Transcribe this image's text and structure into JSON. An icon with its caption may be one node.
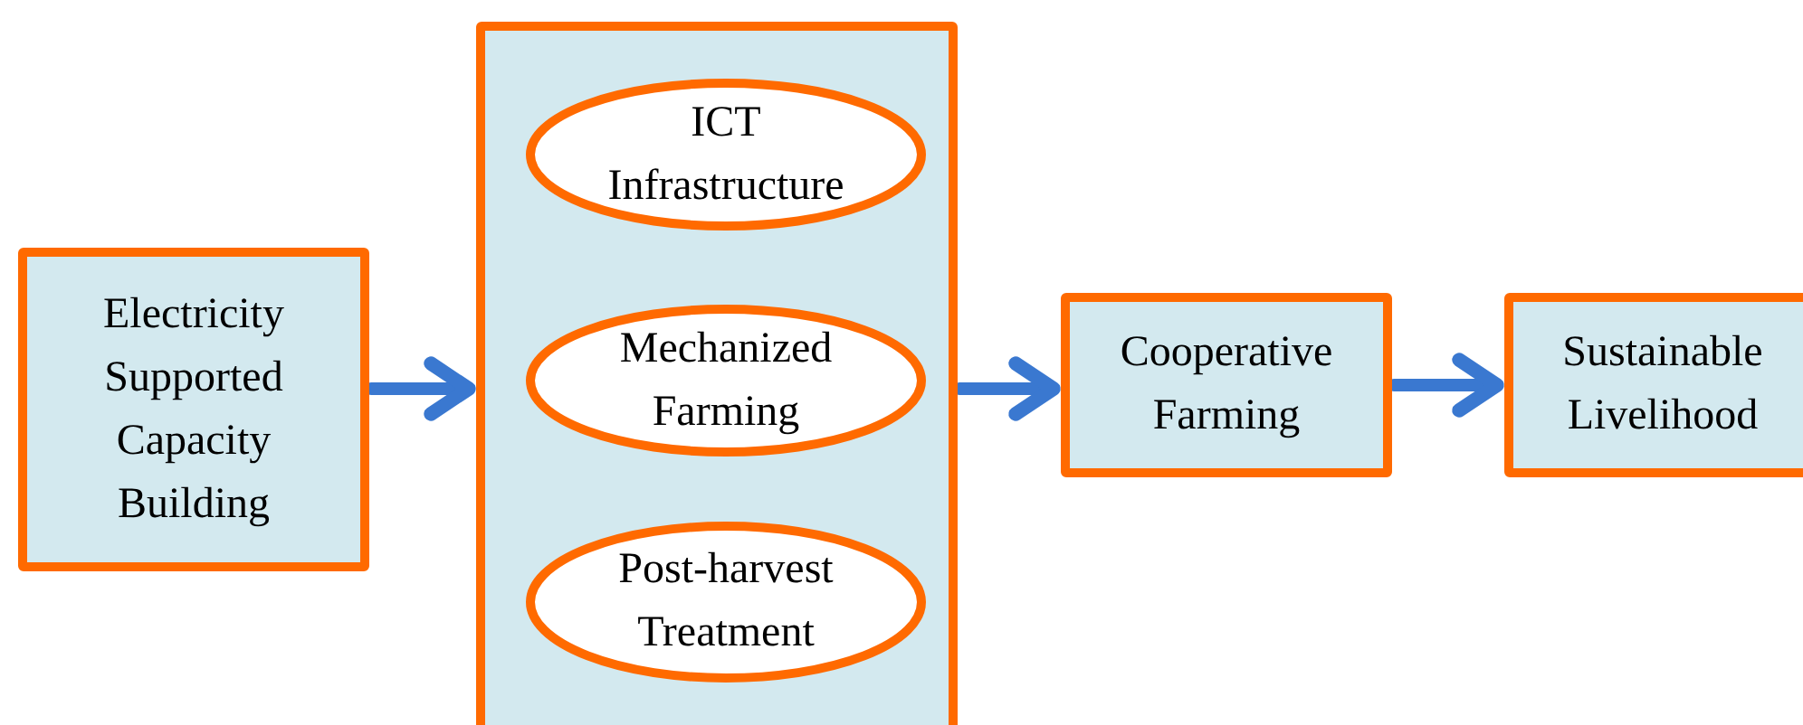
{
  "diagram": {
    "nodes": [
      {
        "text": [
          "Electricity Supported Capacity Building"
        ]
      },
      {
        "text": [],
        "shape": "box"
      },
      {
        "text": [
          "ICT Infrastructure"
        ],
        "in": 1
      },
      {
        "text": [
          "Mechanized Farming"
        ],
        "in": 1
      },
      {
        "text": [
          "Post-harvest Treatment"
        ],
        "in": 1
      },
      {
        "text": [
          "Cooperative Farming"
        ]
      },
      {
        "text": [
          "Sustainable Livelihood"
        ]
      }
    ],
    "edges": [
      {
        "from": 0,
        "to": 1,
        "arrow": "to"
      },
      {
        "from": 1,
        "to": 5,
        "arrow": "to"
      },
      {
        "from": 5,
        "to": 6,
        "arrow": "to"
      }
    ]
  }
}
